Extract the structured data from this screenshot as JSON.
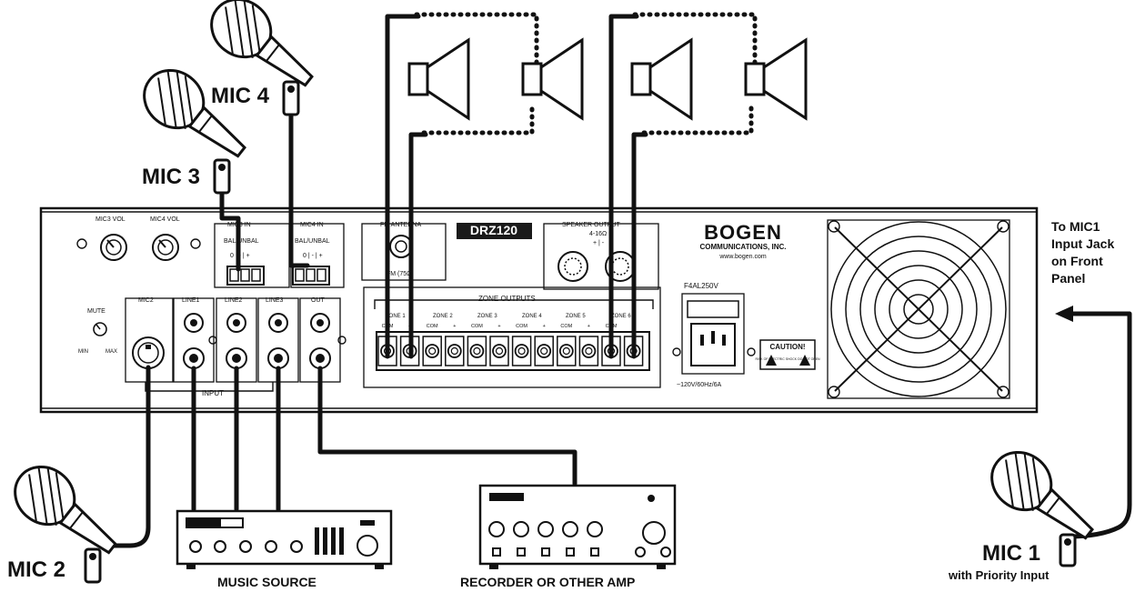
{
  "labels": {
    "mic1": "MIC 1",
    "mic1_sub": "with Priority Input",
    "mic2": "MIC 2",
    "mic3": "MIC 3",
    "mic4": "MIC 4",
    "to_mic1": [
      "To MIC1",
      "Input Jack",
      "on Front",
      "Panel"
    ],
    "music_source": "MUSIC SOURCE",
    "recorder": "RECORDER OR OTHER AMP"
  },
  "panel": {
    "model": "DRZ120",
    "brand": "BOGEN",
    "brand_sub": "COMMUNICATIONS, INC.",
    "website": "www.bogen.com",
    "mic3_vol": "MIC3 VOL",
    "mic4_vol": "MIC4 VOL",
    "mic3_in": "MIC3 IN",
    "mic4_in": "MIC4 IN",
    "bal_unbal": "BAL/UNBAL",
    "terminal_marks": "0 | - | +",
    "fm_antenna": "FM ANTENNA",
    "fm_ohm": "FM (75Ω)",
    "speaker_output": "SPEAKER OUTPUT",
    "speaker_ohm": "4-16Ω",
    "speaker_pm": "+ | -",
    "mute": "MUTE",
    "min": "MIN",
    "max": "MAX",
    "inputs": [
      "MIC2",
      "LINE1",
      "LINE2",
      "LINE3",
      "OUT"
    ],
    "input_label": "INPUT",
    "zone_outputs": "ZONE OUTPUTS",
    "zones": [
      "ZONE 1",
      "ZONE 2",
      "ZONE 3",
      "ZONE 4",
      "ZONE 5",
      "ZONE 6"
    ],
    "com": "COM",
    "plus": "+",
    "fuse": "F4AL250V",
    "power": "~120V/60Hz/6A",
    "caution": "CAUTION!",
    "caution_sub": "RISK OF ELECTRIC SHOCK DO NOT OPEN"
  }
}
